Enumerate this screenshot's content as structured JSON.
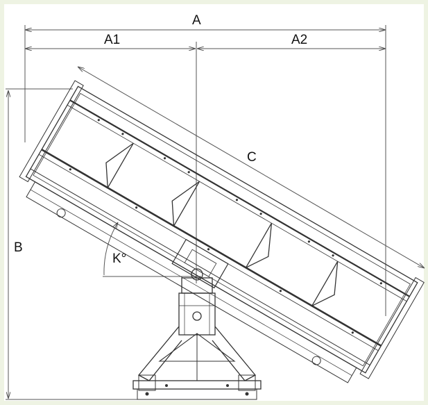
{
  "labels": {
    "a": "A",
    "a1": "A1",
    "a2": "A2",
    "b": "B",
    "c": "C",
    "k": "K°"
  },
  "colors": {
    "background": "#eef3e3",
    "panel": "#ffffff",
    "line": "#333333",
    "dim": "#555555"
  }
}
